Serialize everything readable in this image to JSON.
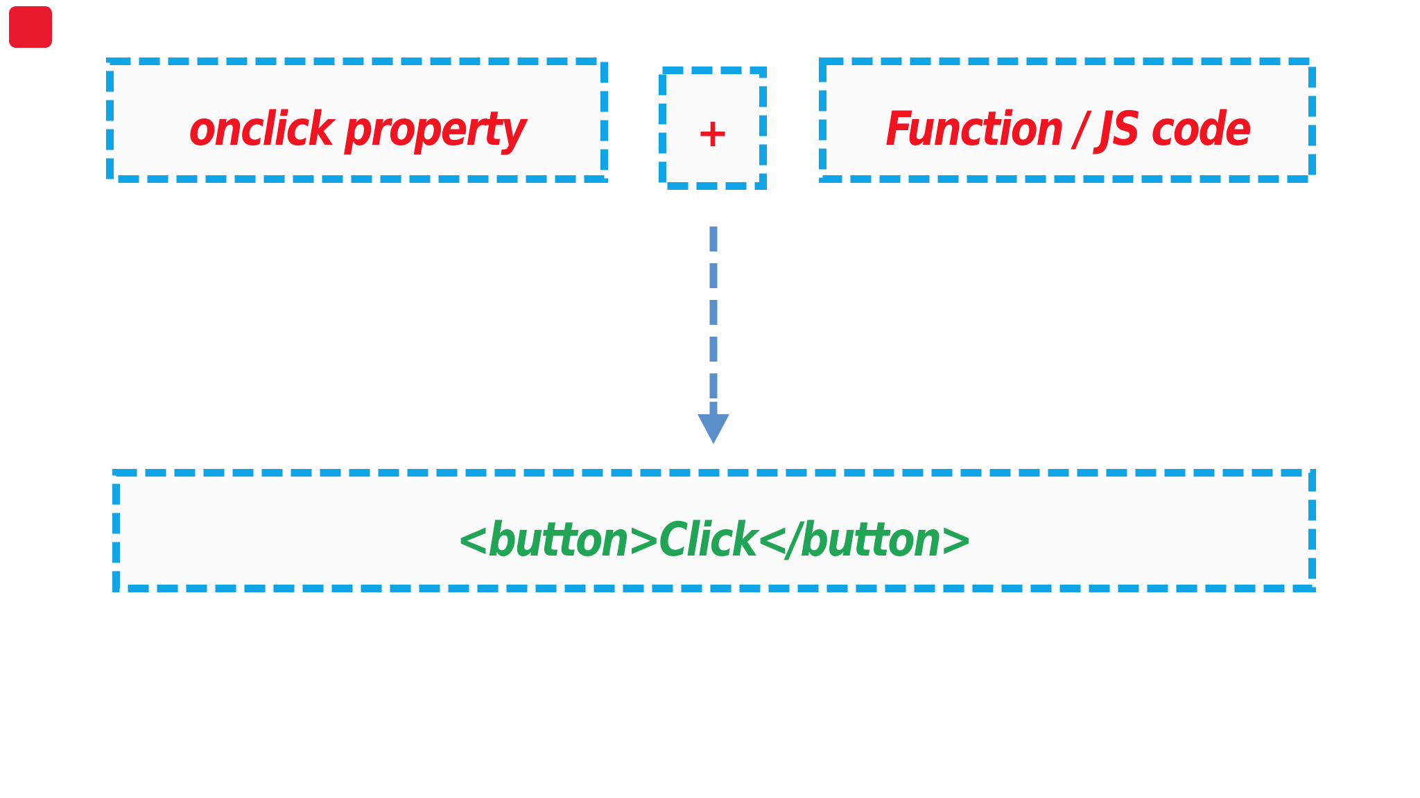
{
  "colors": {
    "dash_blue": "#0ea4e6",
    "arrow_blue": "#5b8fca",
    "text_red": "#f01420",
    "text_green": "#21a455",
    "corner_red": "#e8192c",
    "box_fill": "#fbfbfc"
  },
  "diagram": {
    "top_row": {
      "onclick_box": {
        "label": "onclick property"
      },
      "plus_box": {
        "label": "+"
      },
      "function_box": {
        "label": "Function / JS code"
      }
    },
    "arrow": {
      "direction": "down",
      "style": "dashed"
    },
    "result_box": {
      "label": "<button>Click</button>"
    }
  }
}
